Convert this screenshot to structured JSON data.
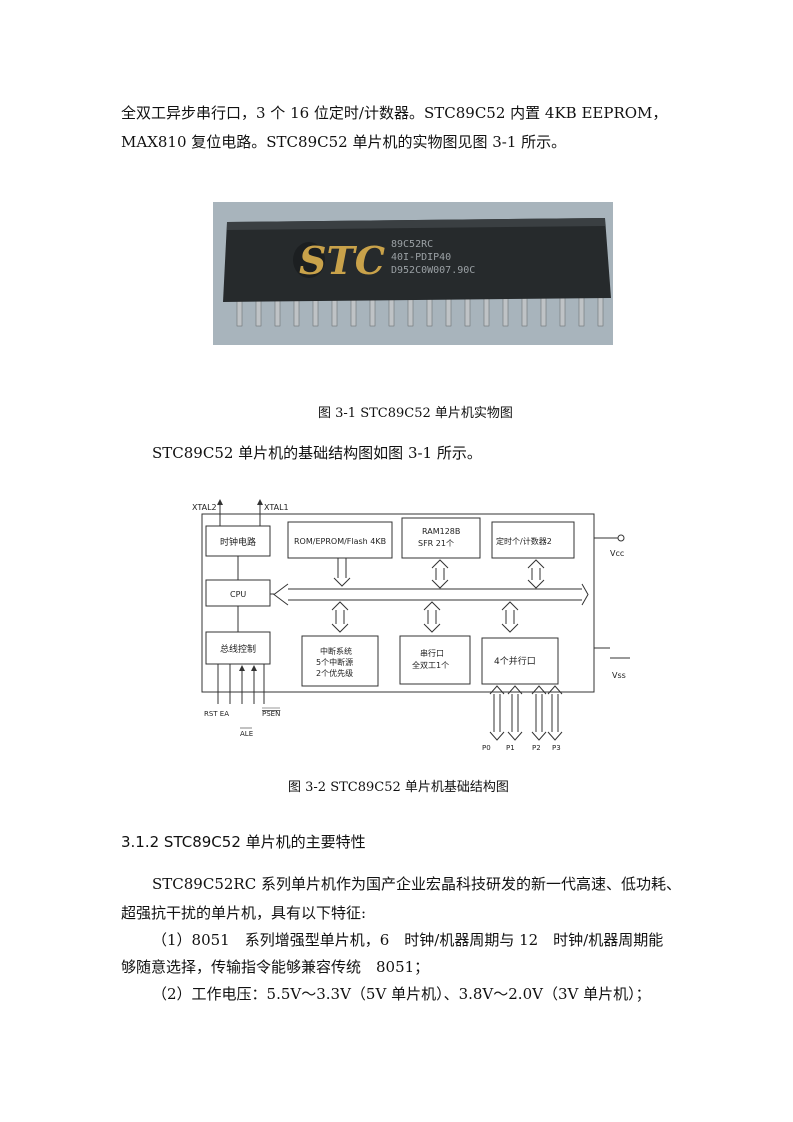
{
  "paragraphs": {
    "p1_line1": "全双工异步串行口，3 个 16 位定时/计数器。STC89C52 内置 4KB EEPROM，",
    "p1_line2": "MAX810 复位电路。STC89C52 单片机的实物图见图 3-1 所示。",
    "p2": "STC89C52 单片机的基础结构图如图 3-1 所示。",
    "p3_line1": "STC89C52RC 系列单片机作为国产企业宏晶科技研发的新一代高速、低功耗、",
    "p3_line2": "超强抗干扰的单片机，具有以下特征:",
    "item1_line1": "（1）8051　系列增强型单片机，6　时钟/机器周期与 12　时钟/机器周期能",
    "item1_line2": "够随意选择，传输指令能够兼容传统　8051；",
    "item2": "（2）工作电压：5.5V～3.3V（5V 单片机）、3.8V～2.0V（3V 单片机）；"
  },
  "photo": {
    "brand": "STC",
    "line1": "89C52RC",
    "line2": "40I-PDIP40",
    "line3": "D952C0W007.90C"
  },
  "captions": {
    "fig1": "图 3-1 STC89C52 单片机实物图",
    "fig2": "图 3-2 STC89C52 单片机基础结构图"
  },
  "section": {
    "heading": "3.1.2 STC89C52 单片机的主要特性"
  },
  "diagram": {
    "xtal2": "XTAL2",
    "xtal1": "XTAL1",
    "clock": "时钟电路",
    "rom": "ROM/EPROM/Flash 4KB",
    "ram_line1": "RAM128B",
    "ram_line2": "SFR 21个",
    "timer": "定时个/计数器2",
    "vcc": "Vcc",
    "cpu": "CPU",
    "bus": "总线控制",
    "int_line1": "中断系统",
    "int_line2": "5个中断源",
    "int_line3": "2个优先级",
    "serial_line1": "串行口",
    "serial_line2": "全双工1个",
    "parallel": "4个并行口",
    "vss": "Vss",
    "rst_ea": "RST EA",
    "ale": "ALE",
    "psen": "PSEN",
    "ports": [
      "P0",
      "P1",
      "P2",
      "P3"
    ]
  }
}
